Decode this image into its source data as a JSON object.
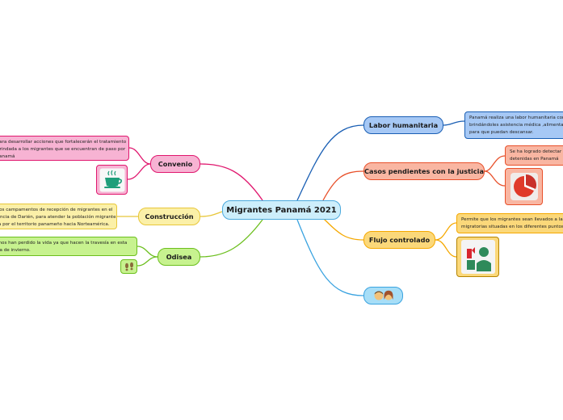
{
  "central": {
    "label": "Migrantes Panamá 2021"
  },
  "branches": {
    "labor": {
      "label": "Labor humanitaria",
      "note": [
        "Panamá realiza una labor humanitaria con los migrantes,",
        "brindándoles asistencia médica ,alimentación y espacio",
        "para que puedan descansar."
      ]
    },
    "casos": {
      "label": "Casos pendientes con la justicia",
      "note": [
        "Se ha logrado detectar a personas",
        "detenidas en Panamá"
      ],
      "icon": "pie-chart-icon"
    },
    "flujo": {
      "label": "Flujo controlado",
      "note": [
        "Permite que los migrantes sean llevados a las estaciones",
        "migratorias situadas en los diferentes puntos del país."
      ],
      "icon": "people-icon"
    },
    "personas": {
      "icon": "persons-icon"
    },
    "convenio": {
      "label": "Convenio",
      "note": [
        "Para desarrollar acciones que fortalecerán el tratamiento",
        "brindada a los migrantes que se encuentran de paso por",
        "Panamá"
      ],
      "icon": "coffee-cup-icon"
    },
    "construccion": {
      "label": "Construcción",
      "note": [
        "De dos campamentos de recepción de migrantes en el",
        "provincia de Darién, para atender la población migrante",
        "cruza por el territorio panameño hacia Norteamérica."
      ]
    },
    "odisea": {
      "label": "Odisea",
      "note": [
        "Algunos han perdido la vida ya que hacen la travesía en esta",
        "época de invierno."
      ],
      "icon": "footprints-icon"
    }
  },
  "colors": {
    "labor": "#1a5fb4",
    "casos": "#e8502a",
    "flujo": "#f5a800",
    "personas": "#3aa3e0",
    "convenio": "#e0176e",
    "construccion": "#e8c73a",
    "odisea": "#6cbf1e"
  }
}
